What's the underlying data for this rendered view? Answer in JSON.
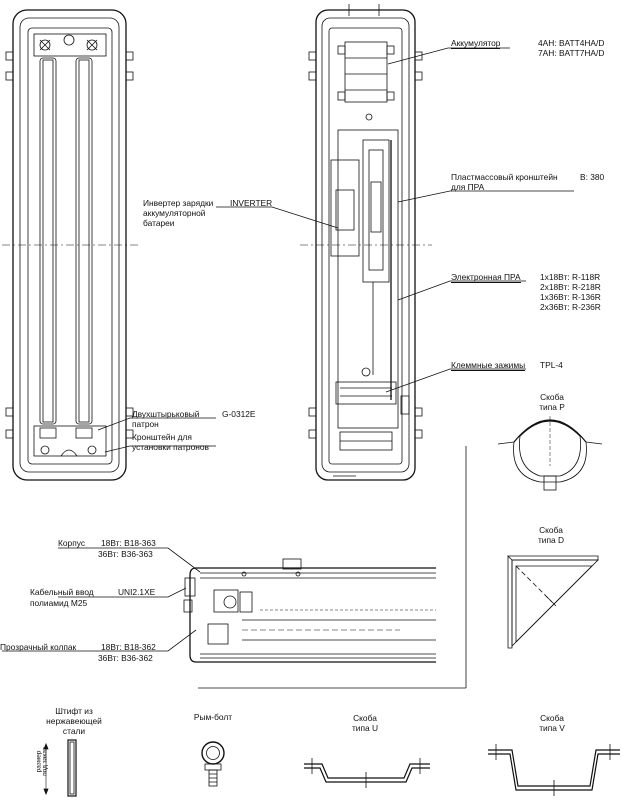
{
  "labels": {
    "battery": "Аккумулятор",
    "battery_4ah": "4AH: BATT4HA/D",
    "battery_7ah": "7AH: BATT7HA/D",
    "bracket_line1": "Пластмассовый кронштейн",
    "bracket_line2": "для ПРА",
    "bracket_code": "B: 380",
    "inverter_line1": "Инвертер зарядки",
    "inverter_line2": "аккумуляторной",
    "inverter_line3": "батареи",
    "inverter_code": "INVERTER",
    "ballast": "Электронная ПРА",
    "ballast_codes": [
      "1x18Вт: R-118R",
      "2x18Вт: R-218R",
      "1x36Вт: R-136R",
      "2x36Вт: R-236R"
    ],
    "terminals": "Клеммные зажимы",
    "terminals_code": "TPL-4",
    "socket_line1": "Двухштырьковый",
    "socket_line2": "патрон",
    "socket_code": "G-0312E",
    "socket_bracket_line1": "Кронштейн для",
    "socket_bracket_line2": "установки патронов",
    "bracket_p_line1": "Скоба",
    "bracket_p_line2": "типа P",
    "body": "Корпус",
    "body_18": "18Вт: B18-363",
    "body_36": "36Вт: B36-363",
    "cable_line1": "Кабельный ввод",
    "cable_line2": "полиамид M25",
    "cable_code": "UNI2.1XE",
    "cover": "Прозрачный колпак",
    "cover_18": "18Вт: B18-362",
    "cover_36": "36Вт: B36-362",
    "bracket_d_line1": "Скоба",
    "bracket_d_line2": "типа D",
    "pin_line1": "Штифт из",
    "pin_line2": "нержавеющей",
    "pin_line3": "стали",
    "pin_size_line1": "размер",
    "pin_size_line2": "под заказ",
    "eyebolt": "Рым-болт",
    "bracket_u_line1": "Скоба",
    "bracket_u_line2": "типа U",
    "bracket_v_line1": "Скоба",
    "bracket_v_line2": "типа V"
  }
}
